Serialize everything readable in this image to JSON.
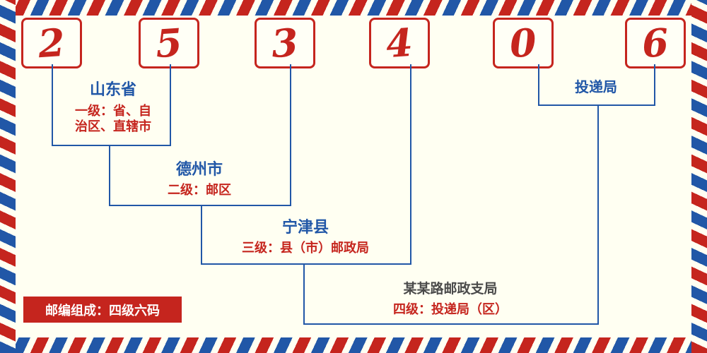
{
  "code": {
    "digits": [
      "2",
      "5",
      "3",
      "4",
      "0",
      "6"
    ]
  },
  "levels": [
    {
      "name": "山东省",
      "desc_line1": "一级：省、自",
      "desc_line2": "治区、直辖市"
    },
    {
      "name": "德州市",
      "desc_line1": "二级：邮区"
    },
    {
      "name": "宁津县",
      "desc_line1": "三级：县（市）邮政局"
    },
    {
      "name": "某某路邮政支局",
      "desc_line1": "四级：投递局（区）"
    }
  ],
  "delivery_office_label": "投递局",
  "footer": {
    "composition": "邮编组成：四级六码"
  },
  "colors": {
    "red": "#c5251e",
    "blue": "#2157a7",
    "background": "#fffff2"
  }
}
